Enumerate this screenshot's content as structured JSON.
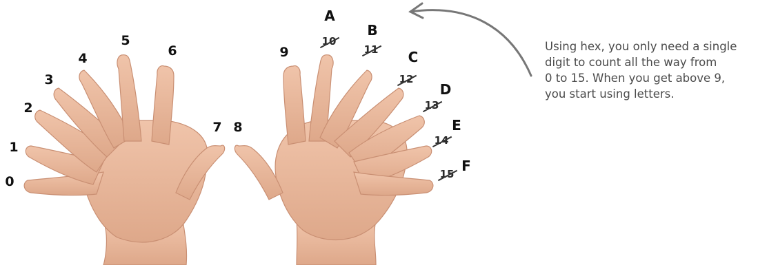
{
  "left_hand": {
    "finger_labels": [
      "0",
      "1",
      "2",
      "3",
      "4",
      "5",
      "6",
      "7"
    ]
  },
  "right_hand": {
    "finger_labels": [
      "8",
      "9"
    ],
    "hex_letters": [
      "A",
      "B",
      "C",
      "D",
      "E",
      "F"
    ],
    "crossed_out_decimals": [
      "10",
      "11",
      "12",
      "13",
      "14",
      "15"
    ]
  },
  "annotation": {
    "lines": [
      "Using hex, you only need a single",
      "digit to count all the way from",
      "0 to 15. When you get above 9,",
      "you start using letters."
    ]
  },
  "colors": {
    "skin": "#e8b89c",
    "skin_shadow": "#c98f73",
    "text": "#111111",
    "annotation_text": "#4a4a4a",
    "arrow": "#777777"
  }
}
